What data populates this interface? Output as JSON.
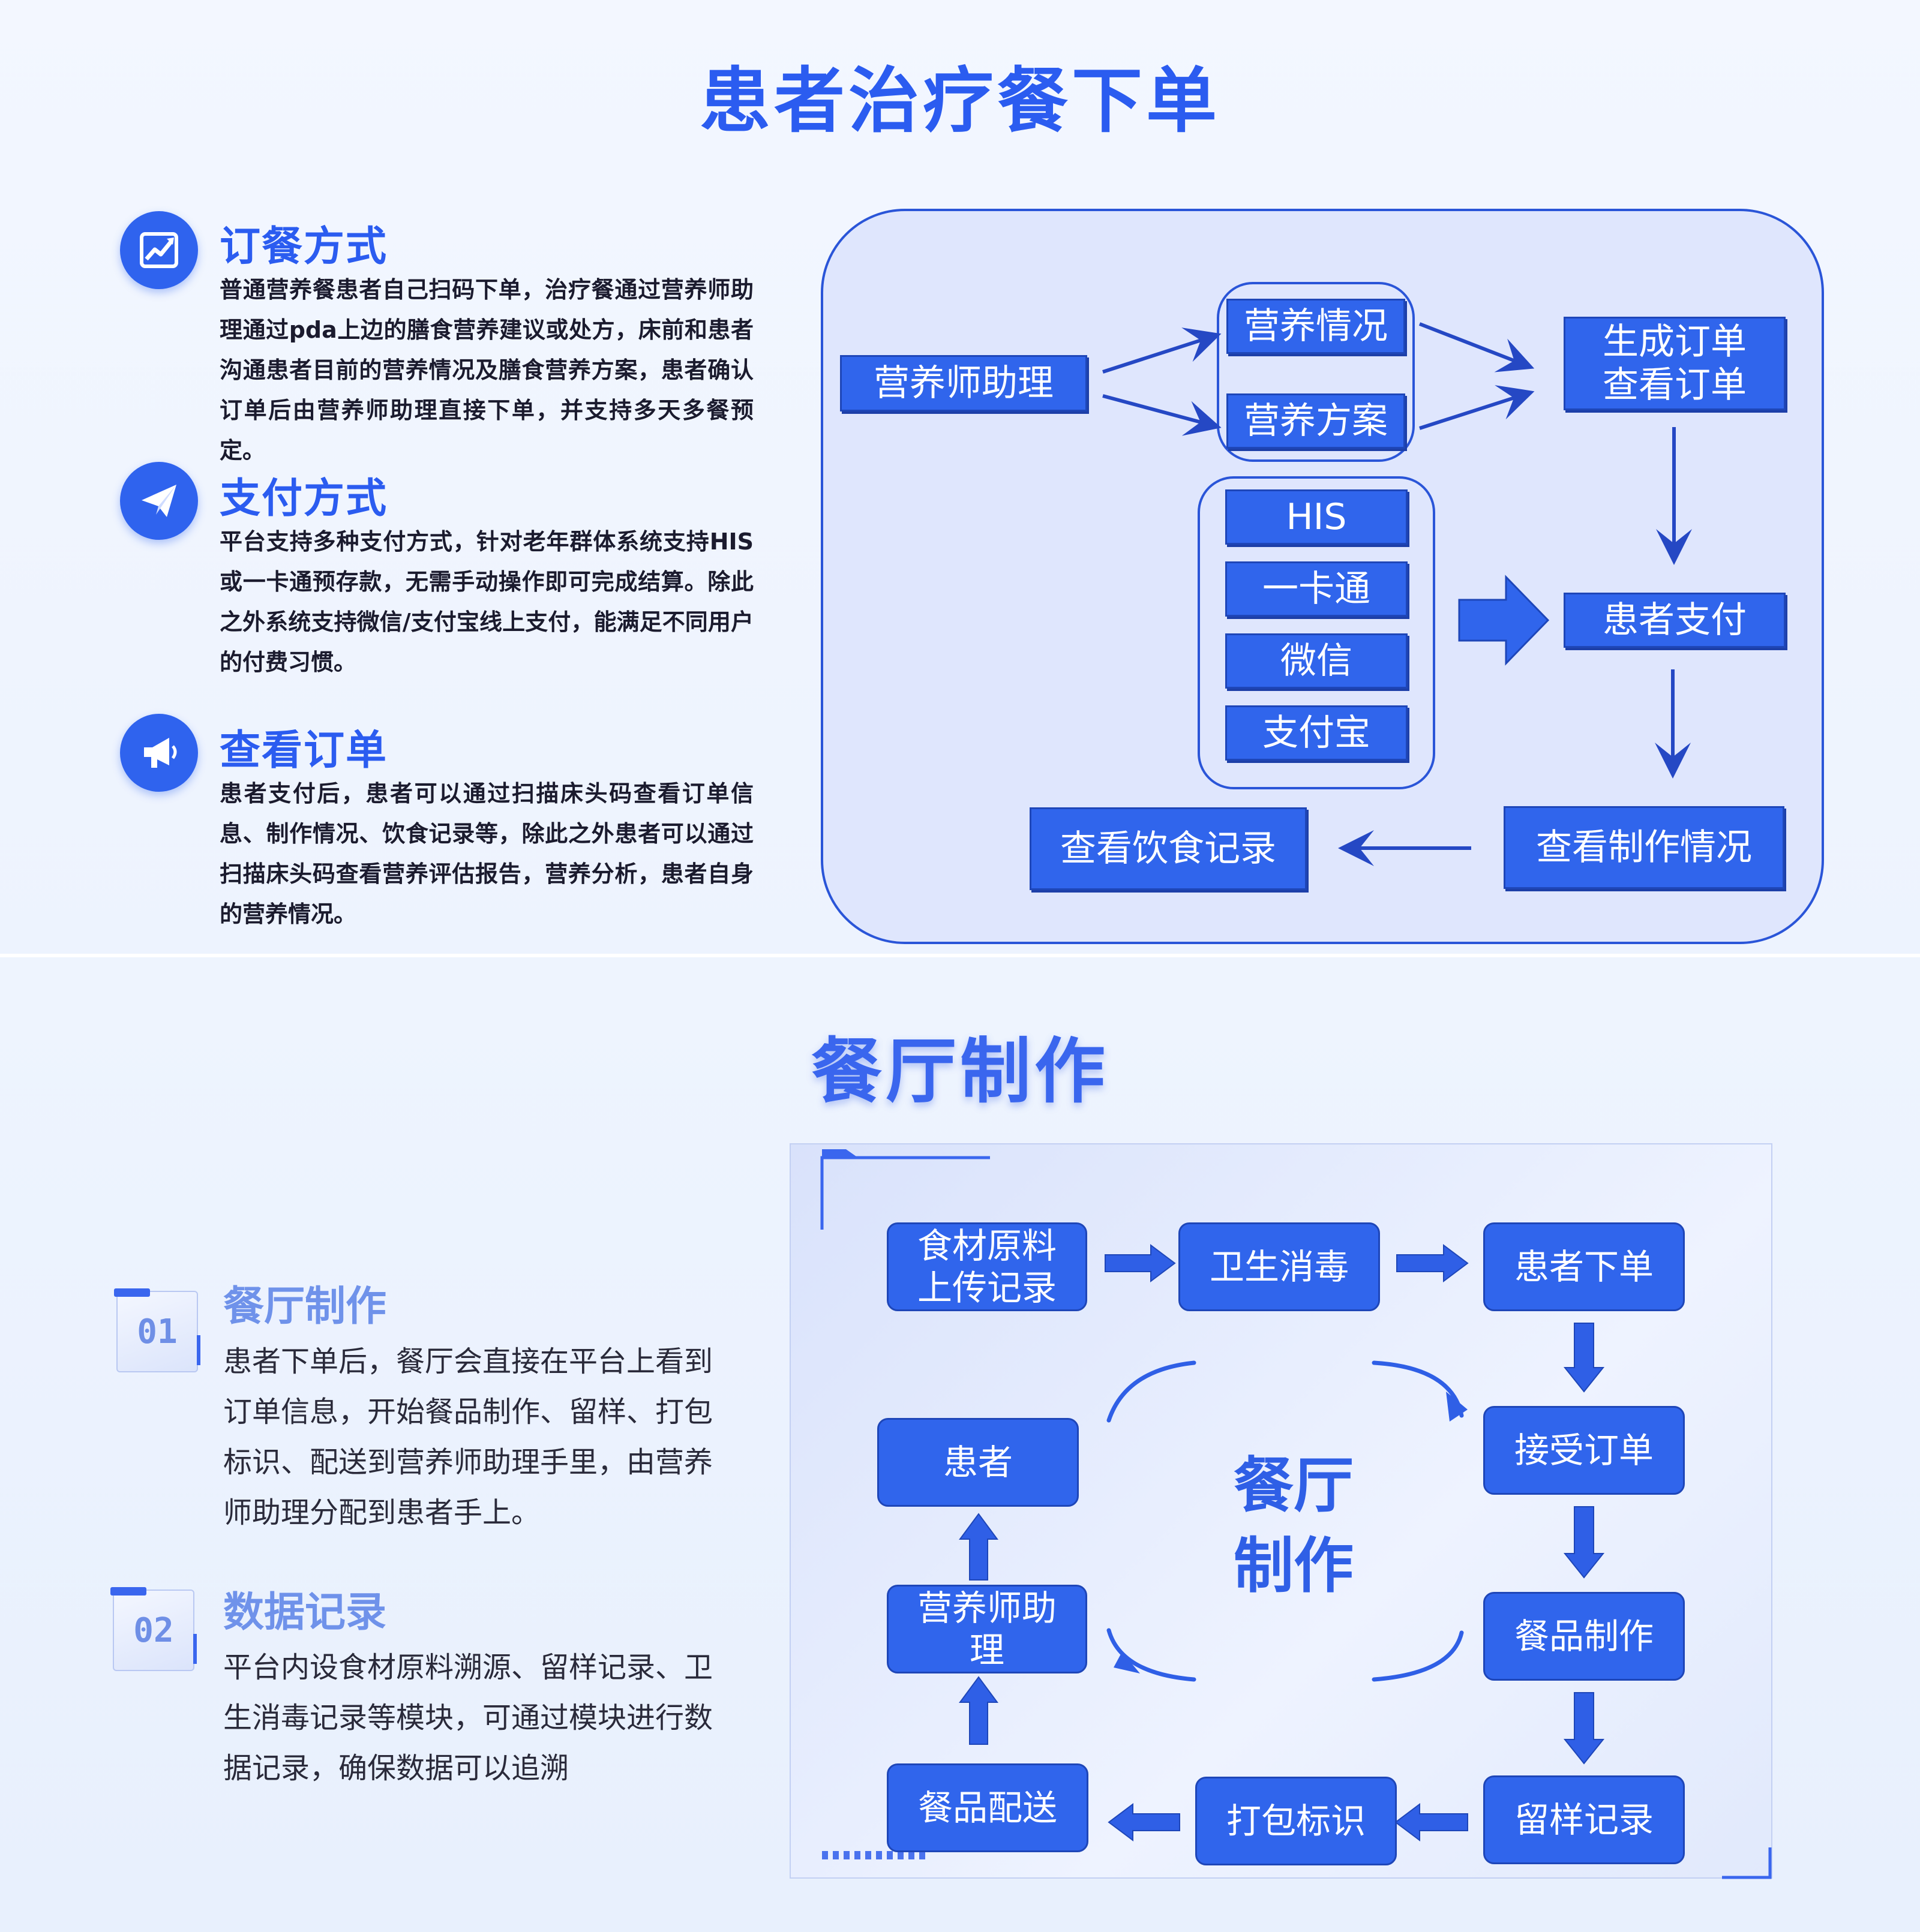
{
  "top": {
    "title": "患者治疗餐下单",
    "sections": [
      {
        "icon": "chart-icon",
        "title": "订餐方式",
        "body": "普通营养餐患者自己扫码下单，治疗餐通过营养师助理通过pda上边的膳食营养建议或处方，床前和患者沟通患者目前的营养情况及膳食营养方案，患者确认订单后由营养师助理直接下单，并支持多天多餐预定。"
      },
      {
        "icon": "paper-plane-icon",
        "title": "支付方式",
        "body": "平台支持多种支付方式，针对老年群体系统支持HIS或一卡通预存款，无需手动操作即可完成结算。除此之外系统支持微信/支付宝线上支付，能满足不同用户的付费习惯。"
      },
      {
        "icon": "megaphone-icon",
        "title": "查看订单",
        "body": "患者支付后，患者可以通过扫描床头码查看订单信息、制作情况、饮食记录等，除此之外患者可以通过扫描床头码查看营养评估报告，营养分析，患者自身的营养情况。"
      }
    ],
    "flow": {
      "assistant": "营养师助理",
      "nutrition_status": "营养情况",
      "nutrition_plan": "营养方案",
      "order": "生成订单\n查看订单",
      "pay_options": [
        "HIS",
        "一卡通",
        "微信",
        "支付宝"
      ],
      "patient_pay": "患者支付",
      "view_production": "查看制作情况",
      "view_diet": "查看饮食记录"
    }
  },
  "bottom": {
    "title": "餐厅制作",
    "items": [
      {
        "badge": "01",
        "title": "餐厅制作",
        "body": "患者下单后，餐厅会直接在平台上看到订单信息，开始餐品制作、留样、打包标识、配送到营养师助理手里，由营养师助理分配到患者手上。"
      },
      {
        "badge": "02",
        "title": "数据记录",
        "body": "平台内设食材原料溯源、留样记录、卫生消毒记录等模块，可通过模块进行数据记录，确保数据可以追溯"
      }
    ],
    "diagram": {
      "center_line1": "餐厅",
      "center_line2": "制作",
      "ingredients": "食材原料\n上传记录",
      "sanitize": "卫生消毒",
      "patient_order": "患者下单",
      "accept_order": "接受订单",
      "meal_production": "餐品制作",
      "sample_record": "留样记录",
      "pack_label": "打包标识",
      "delivery": "餐品配送",
      "assistant": "营养师助\n理",
      "patient": "患者"
    }
  }
}
